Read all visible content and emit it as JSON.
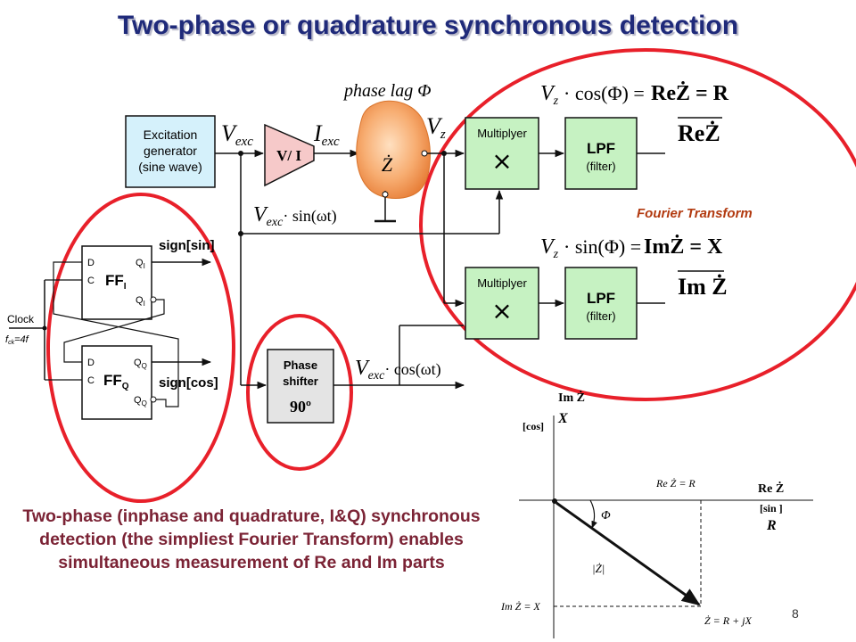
{
  "slide": {
    "title": "Two-phase or quadrature synchronous detection",
    "caption": "Two-phase (inphase and quadrature, I&Q) synchronous  detection (the simpliest Fourier Transform) enables simultaneous measurement of Re and Im parts",
    "page_number": "8"
  },
  "blocks": {
    "excitation_generator": [
      "Excitation",
      "generator",
      "(sine wave)"
    ],
    "vi_converter": "V/ I",
    "multiplier_top": "Multiplyer",
    "multiplier_bottom": "Multiplyer",
    "multiply_symbol": "×",
    "lpf_top": [
      "LPF",
      "(filter)"
    ],
    "lpf_bottom": [
      "LPF",
      "(filter)"
    ],
    "phase_shifter": [
      "Phase",
      "shifter",
      "90º"
    ],
    "ff_inphase": "FF",
    "ff_inphase_sub": "I",
    "ff_quadrature": "FF",
    "ff_quadrature_sub": "Q",
    "ff_pins": {
      "d": "D",
      "c": "C",
      "q_i": "Q",
      "q_q": "Q"
    }
  },
  "labels": {
    "phase_lag": "phase lag Φ",
    "v_exc": "V",
    "v_exc_sub": "exc",
    "i_exc": "I",
    "i_exc_sub": "exc",
    "v_z": "V",
    "v_z_sub": "z",
    "z_dot": "Ż",
    "v_exc_sin": "· sin(ωt)",
    "v_exc_cos": "· cos(ωt)",
    "sign_sin": "sign[sin]",
    "sign_cos": "sign[cos]",
    "clock": "Clock",
    "clock_freq": "f",
    "clock_freq_sub": "ck",
    "clock_freq_rhs": "=4f",
    "fourier_transform": "Fourier Transform",
    "eq_top_lhs": "· cos(Φ) = ",
    "eq_top_rhs": "ReŻ = R",
    "eq_bottom_lhs": "· sin(Φ) = ",
    "eq_bottom_rhs": "ImŻ = X",
    "out_top": "ReŻ",
    "out_bottom": "Im Ż"
  },
  "phasor_plot": {
    "im_axis_label": "Im Ż",
    "im_axis_sub": "X",
    "im_axis_bracket": "[cos]",
    "re_axis_label": "Re Ż",
    "re_axis_bracket": "[sin ]",
    "re_axis_sub": "R",
    "re_marker": "Re Ż = R",
    "im_marker": "Im Ż = X",
    "angle": "Φ",
    "magnitude": "|Ż|",
    "phasor": "Ż = R + jX"
  },
  "colors": {
    "title": "#1f2a7a",
    "caption": "#7b2335",
    "ellipse": "#e8202a",
    "block_blue": "#d5f1fb",
    "block_green": "#c6f2c2",
    "vi_fill": "#f6c9c9",
    "sample_fill": "#f7ac70",
    "fourier_text": "#b23a10"
  }
}
